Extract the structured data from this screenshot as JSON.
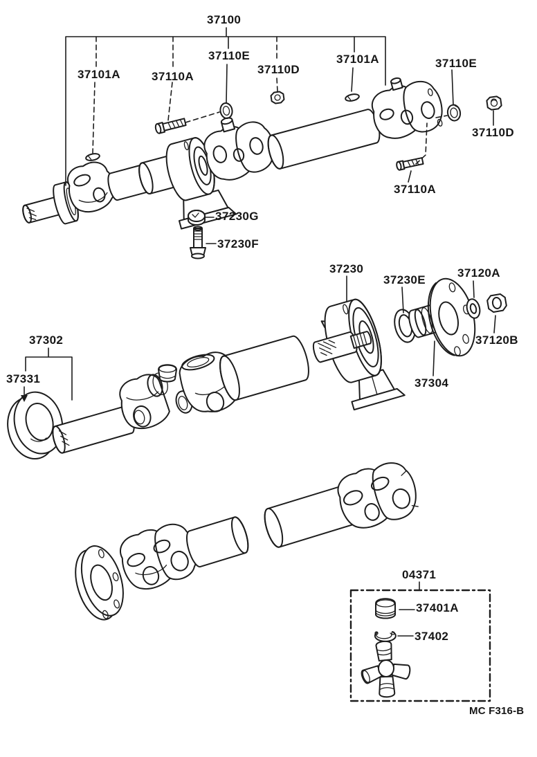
{
  "page": {
    "type": "parts-catalog-diagram",
    "subject": "propeller shaft exploded view",
    "footer_code": "MC F316-B"
  },
  "colors": {
    "background": "#ffffff",
    "ink": "#1c1c1c",
    "watermark": "#8c8c8c"
  },
  "labels": [
    {
      "id": "37100",
      "text": "37100"
    },
    {
      "id": "37101A-left",
      "text": "37101A"
    },
    {
      "id": "37110A-left",
      "text": "37110A"
    },
    {
      "id": "37110E-left",
      "text": "37110E"
    },
    {
      "id": "37110D-left",
      "text": "37110D"
    },
    {
      "id": "37101A-right",
      "text": "37101A"
    },
    {
      "id": "37110E-right",
      "text": "37110E"
    },
    {
      "id": "37110D-right",
      "text": "37110D"
    },
    {
      "id": "37110A-right",
      "text": "37110A"
    },
    {
      "id": "37230G",
      "text": "37230G"
    },
    {
      "id": "37230F",
      "text": "37230F"
    },
    {
      "id": "37230",
      "text": "37230"
    },
    {
      "id": "37230E",
      "text": "37230E"
    },
    {
      "id": "37120A",
      "text": "37120A"
    },
    {
      "id": "37120B",
      "text": "37120B"
    },
    {
      "id": "37304",
      "text": "37304"
    },
    {
      "id": "37302",
      "text": "37302"
    },
    {
      "id": "37331",
      "text": "37331"
    },
    {
      "id": "04371",
      "text": "04371"
    },
    {
      "id": "37401A",
      "text": "37401A"
    },
    {
      "id": "37402",
      "text": "37402"
    },
    {
      "id": "page-code",
      "text": "MC F316-B"
    }
  ]
}
